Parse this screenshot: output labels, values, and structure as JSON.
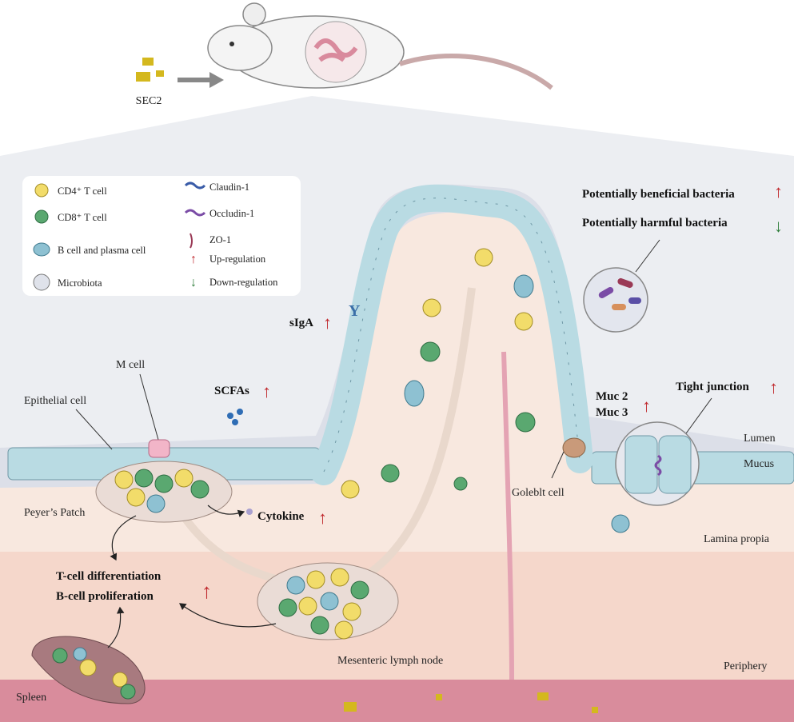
{
  "intake": {
    "compound": "SEC2"
  },
  "legend": {
    "items": [
      {
        "key": "cd4",
        "label": "CD4⁺ T cell"
      },
      {
        "key": "cd8",
        "label": "CD8⁺ T cell"
      },
      {
        "key": "bcell",
        "label": "B cell and plasma cell"
      },
      {
        "key": "microbiota",
        "label": "Microbiota"
      },
      {
        "key": "claudin",
        "label": "Claudin-1"
      },
      {
        "key": "occludin",
        "label": "Occludin-1"
      },
      {
        "key": "zo1",
        "label": "ZO-1"
      },
      {
        "key": "up",
        "label": "Up-regulation"
      },
      {
        "key": "down",
        "label": "Down-regulation"
      }
    ]
  },
  "labels": {
    "beneficial": "Potentially beneficial bacteria",
    "harmful": "Potentially harmful bacteria",
    "siga": "sIgA",
    "scfas": "SCFAs",
    "m_cell": "M cell",
    "epithelial_cell": "Epithelial cell",
    "peyers_patch": "Peyer’s Patch",
    "cytokine": "Cytokine",
    "muc2": "Muc 2",
    "muc3": "Muc 3",
    "tight_junction": "Tight junction",
    "goblet_cell": "Goleblt cell",
    "lumen": "Lumen",
    "mucus": "Mucus",
    "lamina_propia": "Lamina propia",
    "t_cell_diff": "T-cell differentiation",
    "b_cell_prolif": "B-cell proliferation",
    "mesenteric": "Mesenteric lymph node",
    "periphery": "Periphery",
    "spleen": "Spleen"
  },
  "colors": {
    "up_arrow": "#c0282d",
    "down_arrow": "#2e7d3a",
    "cd4_fill": "#f2dc6a",
    "cd8_fill": "#5aa870",
    "bcell_fill": "#8ec1d2",
    "epithelium": "#b9dbe3",
    "mucus": "#d9dce6",
    "lamina": "#f8ebe3",
    "periphery": "#f3d2c6",
    "vessel": "#d98a9d"
  }
}
